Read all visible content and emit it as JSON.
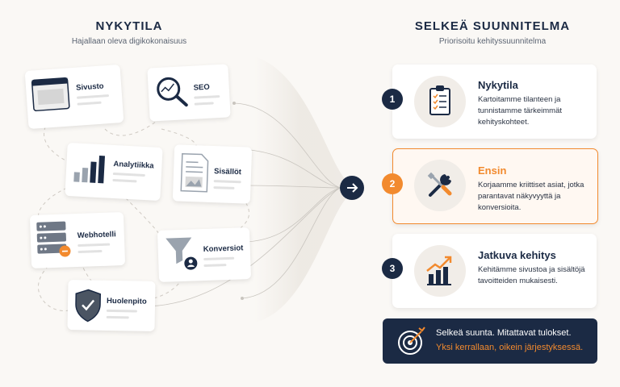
{
  "left": {
    "title": "NYKYTILA",
    "subtitle": "Hajallaan oleva digikokonaisuus",
    "cards": [
      {
        "label": "Sivusto",
        "icon": "website-icon"
      },
      {
        "label": "SEO",
        "icon": "magnifier-icon"
      },
      {
        "label": "Analytiikka",
        "icon": "bar-chart-icon"
      },
      {
        "label": "Sisällöt",
        "icon": "document-icon"
      },
      {
        "label": "Webhotelli",
        "icon": "server-icon"
      },
      {
        "label": "Konversiot",
        "icon": "funnel-icon"
      },
      {
        "label": "Huolenpito",
        "icon": "shield-check-icon"
      }
    ]
  },
  "right": {
    "title": "SELKEÄ SUUNNITELMA",
    "subtitle": "Priorisoitu kehityssuunnitelma",
    "steps": [
      {
        "number": "1",
        "title": "Nykytila",
        "text": "Kartoitamme tilanteen ja tunnistamme tärkeimmät kehityskohteet.",
        "icon": "clipboard-icon"
      },
      {
        "number": "2",
        "title": "Ensin",
        "text": "Korjaamme kriittiset asiat, jotka parantavat näkyvyyttä ja konversioita.",
        "icon": "tools-icon"
      },
      {
        "number": "3",
        "title": "Jatkuva kehitys",
        "text": "Kehitämme sivustoa ja sisältöjä tavoitteiden mukaisesti.",
        "icon": "growth-chart-icon"
      }
    ],
    "banner": {
      "line1": "Selkeä suunta. Mitattavat tulokset.",
      "line2": "Yksi kerrallaan, oikein järjestyksessä.",
      "icon": "target-icon"
    }
  },
  "colors": {
    "navy": "#1b2a44",
    "orange": "#f28a2e",
    "background": "#faf8f5"
  }
}
